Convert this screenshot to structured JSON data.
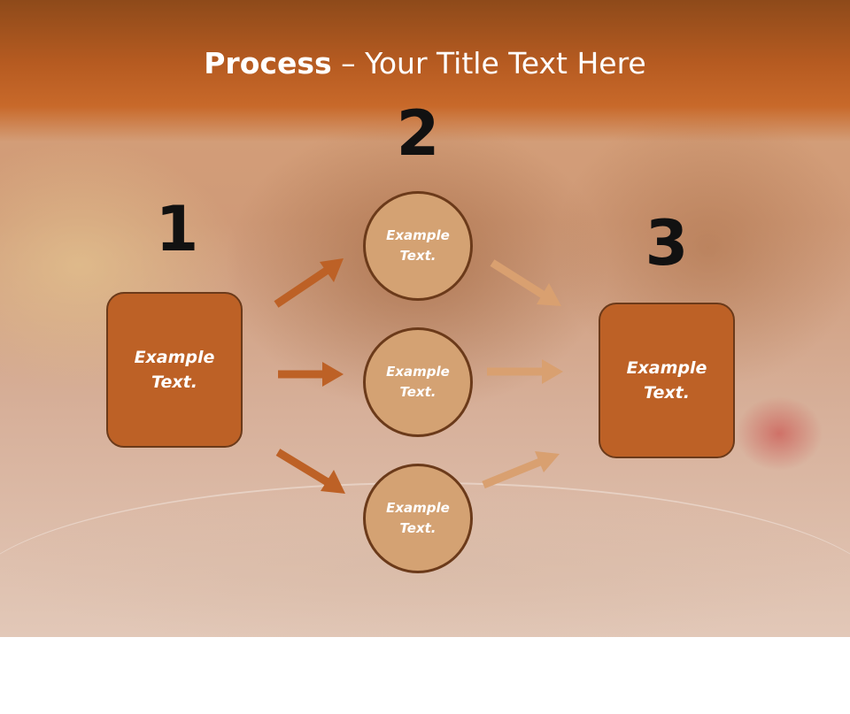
{
  "header": {
    "title_bold": "Process",
    "title_rest": " – Your Title Text Here"
  },
  "steps": {
    "step1": {
      "number": "1",
      "text": "Example Text."
    },
    "step2": {
      "number": "2"
    },
    "step3": {
      "number": "3",
      "text": "Example Text."
    }
  },
  "circles": [
    {
      "text": "Example Text."
    },
    {
      "text": "Example Text."
    },
    {
      "text": "Example Text."
    }
  ],
  "colors": {
    "header": "#b65b21",
    "box_fill": "#bd6126",
    "circle_fill": "#d4a273",
    "outline": "#6b3a1a",
    "arrow_dark": "#bd6126",
    "arrow_light": "#d9a070"
  }
}
